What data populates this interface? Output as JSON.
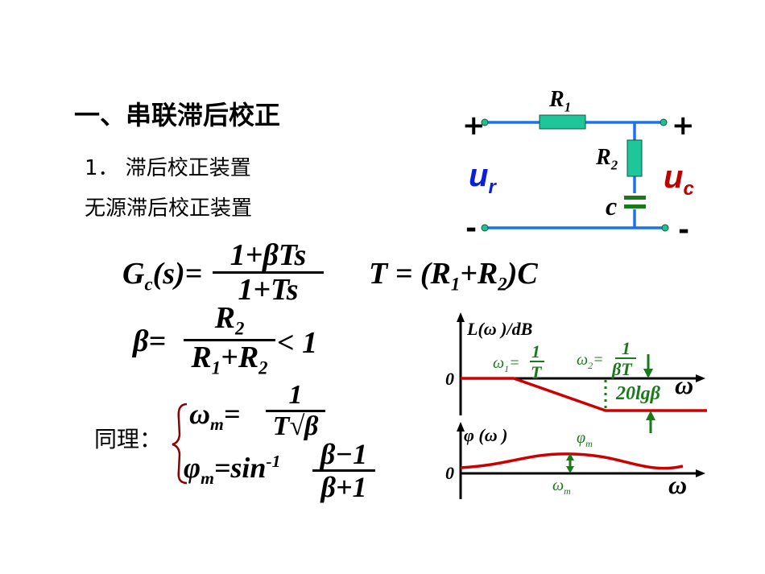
{
  "title": "一、串联滞后校正",
  "subtitle": "1． 滞后校正装置",
  "subtitle2": "无源滞后校正装置",
  "formula_gc": {
    "lhs_main": "G",
    "lhs_sub": "c",
    "lhs_rest": "(s)=",
    "numerator": "1+βTs",
    "denominator": "1+Ts"
  },
  "formula_t": {
    "lhs": "T = (R",
    "s1": "1",
    "mid": "+R",
    "s2": "2",
    "end": ")C"
  },
  "formula_beta": {
    "lhs": "β=",
    "num_main": "R",
    "num_sub": "2",
    "den_a": "R",
    "den_a_sub": "1",
    "den_b": "+R",
    "den_b_sub": "2",
    "rhs": "< 1"
  },
  "similarly_label": "同理：",
  "formula_wm": {
    "lhs": "ω",
    "lhs_sub": "m",
    "eq": "=",
    "numerator": "1",
    "denominator": "T√β"
  },
  "formula_pm": {
    "lhs": "φ",
    "lhs_sub": "m",
    "eq": "=sin",
    "sup": "-1",
    "numerator": "β−1",
    "denominator": "β+1"
  },
  "circuit": {
    "r1": "R",
    "r1_sub": "1",
    "r2": "R",
    "r2_sub": "2",
    "c": "c",
    "ur": "u",
    "ur_sub": "r",
    "uc": "u",
    "uc_sub": "c",
    "plus": "+",
    "minus": "-",
    "colors": {
      "wire": "#1a73e8",
      "resistor": "#1fc69a",
      "capacitor": "#1a7a1a",
      "ur": "#0a1ee0",
      "uc": "#c00000"
    }
  },
  "bode": {
    "mag_label": "L(ω )/dB",
    "phase_label": "φ (ω )",
    "zero": "0",
    "omega": "ω",
    "w1": "ω",
    "w1_sub": "1",
    "w1_eq": "=",
    "w1_num": "1",
    "w1_den": "T",
    "w2": "ω",
    "w2_sub": "2",
    "w2_eq": "=",
    "w2_num": "1",
    "w2_den": "βT",
    "gain_drop": "20lgβ",
    "phi_m": "φ",
    "phi_m_sub": "m",
    "omega_m": "ω",
    "omega_m_sub": "m",
    "colors": {
      "curve": "#cc0000",
      "annotation": "#1a7a1a"
    }
  }
}
